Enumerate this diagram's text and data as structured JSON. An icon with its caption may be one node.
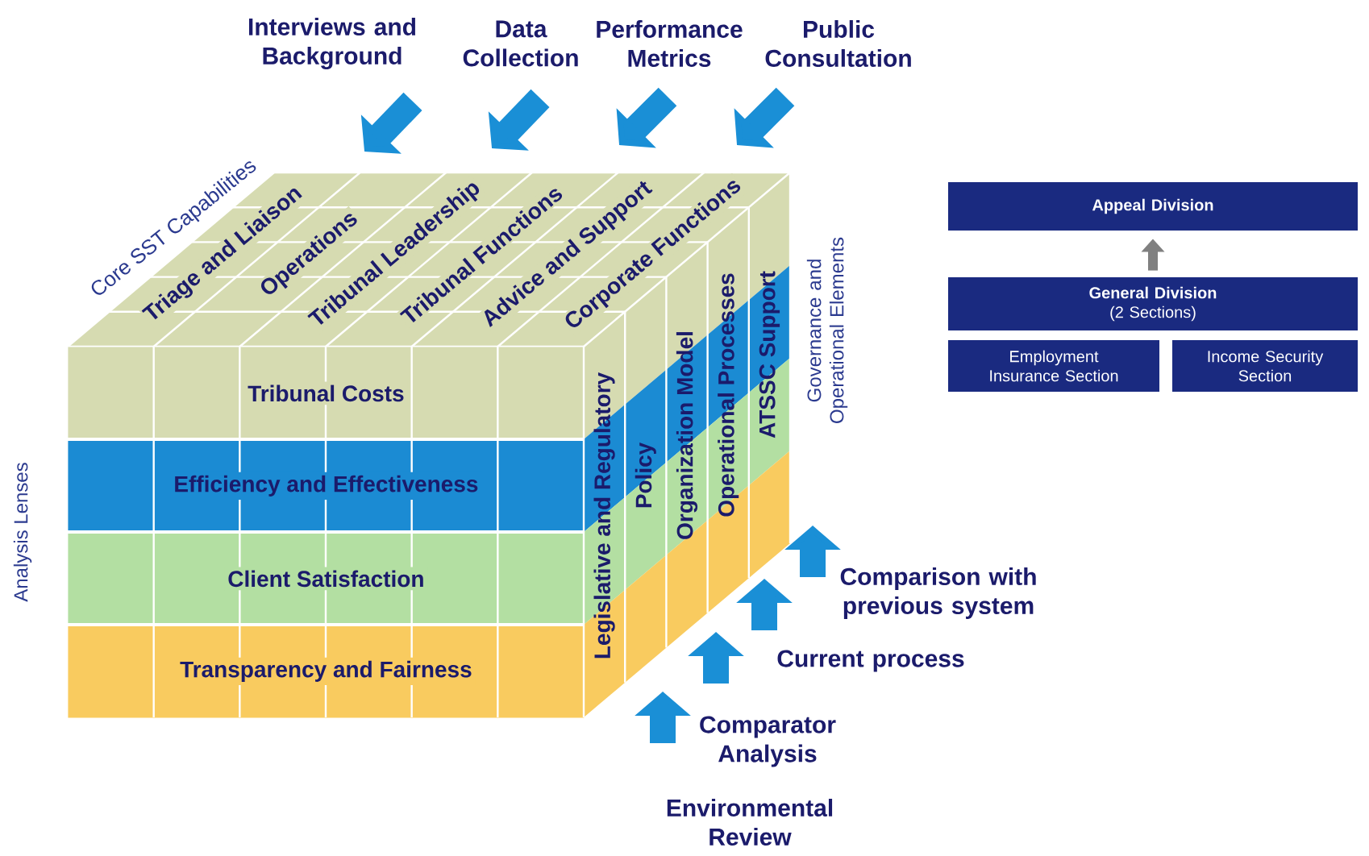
{
  "diagram": {
    "nodes": [
      {
        "text": [
          "Interviews and Background"
        ]
      },
      {
        "text": [
          "Data Collection"
        ]
      },
      {
        "text": [
          "Performance Metrics"
        ]
      },
      {
        "text": [
          "Public Consultation"
        ]
      },
      {
        "text": [
          "Tribunal Costs"
        ]
      },
      {
        "text": [
          "Efficiency and Effectiveness"
        ]
      },
      {
        "text": [
          "Client Satisfaction"
        ]
      },
      {
        "text": [
          "Transparency and Fairness"
        ]
      },
      {
        "text": [
          "Comparison with previous system"
        ]
      },
      {
        "text": [
          "Current process"
        ]
      },
      {
        "text": [
          "Comparator Analysis"
        ]
      },
      {
        "text": [
          "Environmental Review"
        ]
      },
      {
        "text": [
          "Appeal Division"
        ]
      },
      {
        "text": [
          "General Division",
          "(2 Sections)"
        ]
      },
      {
        "text": [
          "Employment Insurance Section"
        ]
      },
      {
        "text": [
          "Income Security Section"
        ]
      }
    ],
    "edges": [
      {
        "from": 13,
        "to": 12,
        "arrow": "to",
        "color": "#808080"
      }
    ],
    "labels": [
      "Core SST Capabilities",
      "Triage and Liaison",
      "Operations",
      "Tribunal Leadership",
      "Tribunal Functions",
      "Advice and Support",
      "Corporate Functions",
      "Legislative and Regulatory",
      "Policy",
      "Organization Model",
      "Operational Processes",
      "ATSSC Support",
      "Governance and Operational Elements",
      "Analysis Lenses"
    ]
  }
}
